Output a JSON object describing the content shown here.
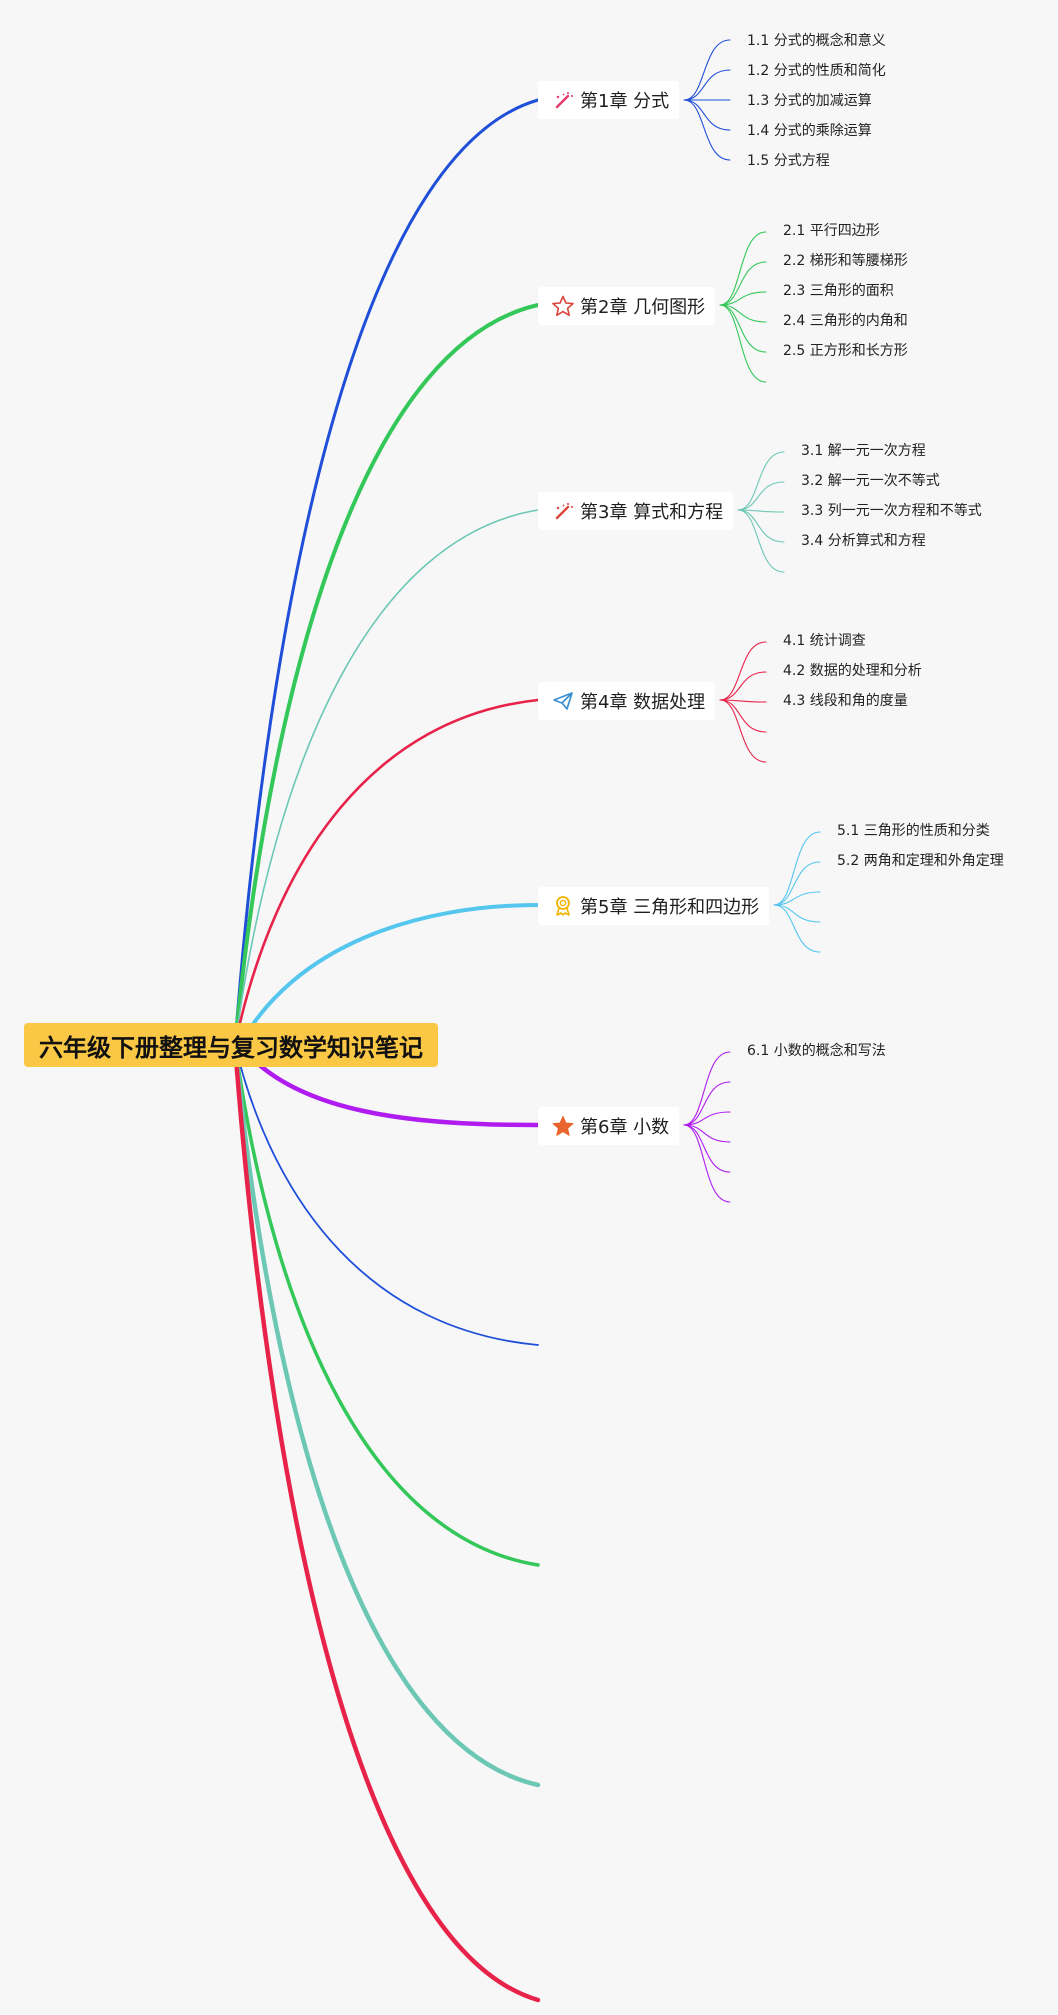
{
  "root": {
    "title": "六年级下册整理与复习数学知识笔记"
  },
  "colors": {
    "root_bg": "#fbc846",
    "blue": "#1f4fd8",
    "green": "#34c759",
    "teal": "#6cc7b4",
    "red": "#e8234a",
    "skyblue": "#55c6ee",
    "purple": "#b01cf0"
  },
  "chapters": [
    {
      "label": "第1章 分式",
      "icon": "magic-wand-icon",
      "topics": [
        "1.1 分式的概念和意义",
        "1.2 分式的性质和简化",
        "1.3 分式的加减运算",
        "1.4 分式的乘除运算",
        "1.5 分式方程"
      ]
    },
    {
      "label": "第2章 几何图形",
      "icon": "star-outline-icon",
      "topics": [
        "2.1 平行四边形",
        "2.2 梯形和等腰梯形",
        "2.3 三角形的面积",
        "2.4 三角形的内角和",
        "2.5 正方形和长方形"
      ]
    },
    {
      "label": "第3章 算式和方程",
      "icon": "magic-wand-icon",
      "topics": [
        "3.1 解一元一次方程",
        "3.2 解一元一次不等式",
        "3.3 列一元一次方程和不等式",
        "3.4 分析算式和方程"
      ]
    },
    {
      "label": "第4章 数据处理",
      "icon": "paper-plane-icon",
      "topics": [
        "4.1 统计调查",
        "4.2 数据的处理和分析",
        "4.3 线段和角的度量"
      ]
    },
    {
      "label": "第5章 三角形和四边形",
      "icon": "award-badge-icon",
      "topics": [
        "5.1 三角形的性质和分类",
        "5.2 两角和定理和外角定理"
      ]
    },
    {
      "label": "第6章 小数",
      "icon": "star-filled-icon",
      "topics": [
        "6.1 小数的概念和写法"
      ]
    }
  ]
}
